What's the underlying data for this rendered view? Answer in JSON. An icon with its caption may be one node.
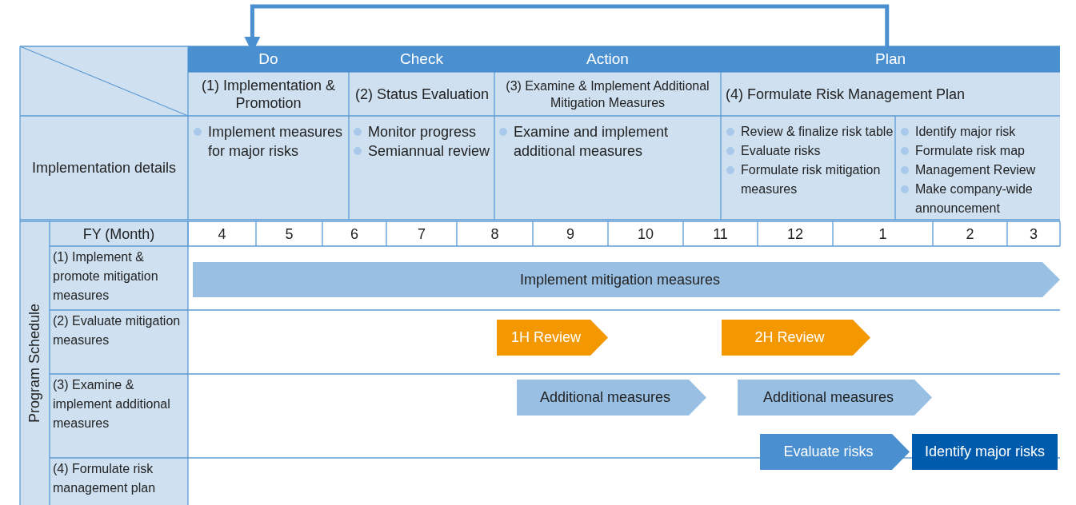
{
  "diagram": {
    "nodes": [
      {
        "text": [
          "Do"
        ]
      },
      {
        "text": [
          "Check"
        ]
      },
      {
        "text": [
          "Action"
        ]
      },
      {
        "text": [
          "Plan"
        ]
      },
      {
        "text": [
          "Implement mitigation measures"
        ]
      },
      {
        "text": [
          "1H Review"
        ]
      },
      {
        "text": [
          "2H Review"
        ]
      },
      {
        "text": [
          "Additional measures"
        ]
      },
      {
        "text": [
          "Additional measures"
        ]
      },
      {
        "text": [
          "Evaluate risks"
        ]
      },
      {
        "text": [
          "Identify major risks"
        ]
      }
    ],
    "edges": [
      {
        "from": 3,
        "to": 0,
        "arrow": "to"
      }
    ],
    "labels": [
      "(1) Implementation & Promotion",
      "(2) Status Evaluation",
      "(3) Examine & Implement Additional Mitigation Measures",
      "(4) Formulate Risk Management Plan",
      "Implementation details",
      "Implement measures for major risks",
      "Monitor progress",
      "Semiannual review",
      "Examine and implement additional measures",
      "Review & finalize risk table",
      "Evaluate risks",
      "Formulate risk mitigation measures",
      "Identify major risk",
      "Formulate risk map",
      "Management Review",
      "Make company-wide announcement",
      "Program Schedule",
      "FY (Month)",
      "4",
      "5",
      "6",
      "7",
      "8",
      "9",
      "10",
      "11",
      "12",
      "1",
      "2",
      "3",
      "(1) Implement & promote mitigation measures",
      "(2) Evaluate mitigation measures",
      "(3) Examine & implement additional measures",
      "(4) Formulate risk management plan"
    ]
  }
}
